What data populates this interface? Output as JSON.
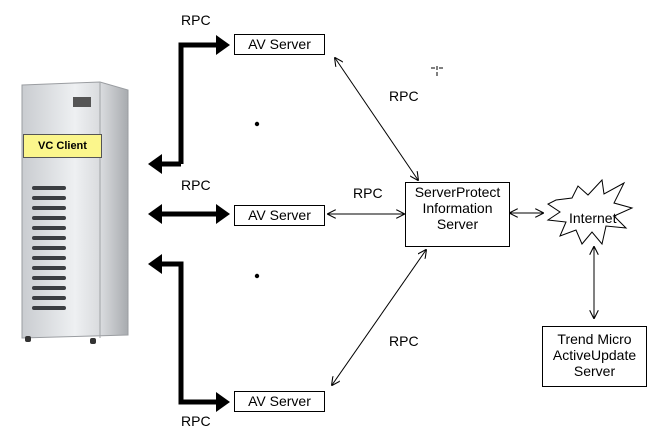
{
  "diagram": {
    "client": {
      "label": "VC Client",
      "label_color": "#fbf68c"
    },
    "av_servers": [
      {
        "label": "AV Server"
      },
      {
        "label": "AV Server"
      },
      {
        "label": "AV Server"
      }
    ],
    "rpc_labels": {
      "client_top": "RPC",
      "client_middle": "RPC",
      "client_bottom": "RPC",
      "top_diagonal": "RPC",
      "middle_horizontal": "RPC",
      "bottom_diagonal": "RPC"
    },
    "info_server": {
      "line1": "ServerProtect",
      "line2": "Information",
      "line3": "Server"
    },
    "internet": {
      "label": "Internet"
    },
    "active_update": {
      "line1": "Trend Micro",
      "line2": "ActiveUpdate",
      "line3": "Server"
    },
    "ellipsis_dots": 2,
    "cursor_icon": "crosshair-cursor-icon"
  }
}
